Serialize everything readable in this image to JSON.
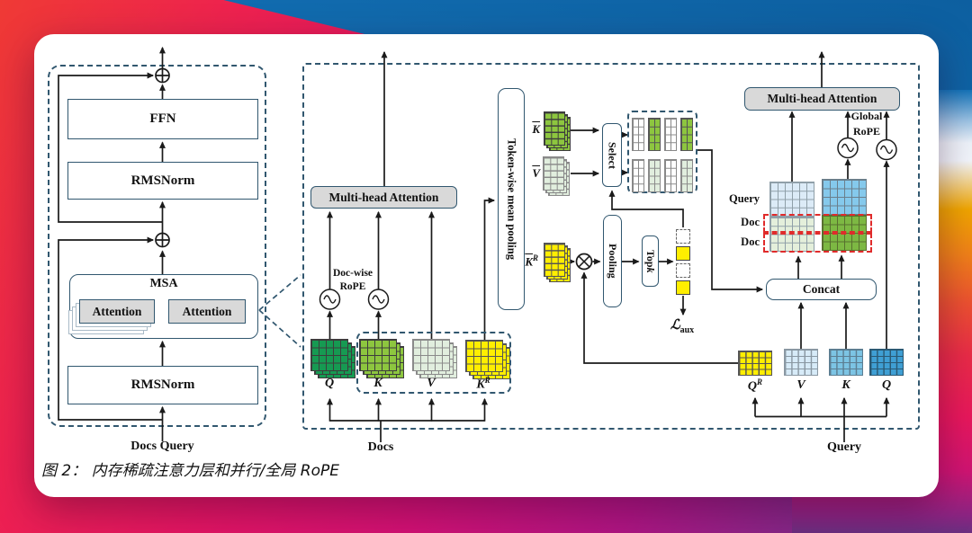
{
  "colors": {
    "dash_border": "#31576f",
    "line": "#1a1a1a",
    "gray_box": "#d9d9d9",
    "green_dark": "#169a52",
    "green_mid": "#8dc63f",
    "green_pale": "#e1eede",
    "yellow": "#ffee00",
    "blue_pale": "#d7ebf8",
    "blue_mid": "#7cc4e4",
    "blue_strong": "#3f9fd4",
    "comp_blue_pale": "#dcebf7",
    "comp_green_pale": "#e4efdb",
    "comp_blue": "#85c9ec",
    "comp_green": "#7db843",
    "red_dash": "#e02b2b"
  },
  "caption": "图 2： 内存稀疏注意力层和并行/全局 RoPE",
  "left_panel": {
    "ffn": "FFN",
    "rmsnorm_top": "RMSNorm",
    "msa": "MSA",
    "attention_left": "Attention",
    "attention_right": "Attention",
    "rmsnorm_bottom": "RMSNorm",
    "input_label": "Docs Query"
  },
  "middle": {
    "mha": "Multi-head Attention",
    "rope_label_line1": "Doc-wise",
    "rope_label_line2": "RoPE",
    "token_pooling": "Token-wise mean pooling",
    "select": "Select",
    "pooling": "Pooling",
    "topk_base": "Top",
    "topk_k": "k",
    "laux_symbol": "ℒ",
    "laux_sub": "aux",
    "kbar_base": "K",
    "vbar_base": "V",
    "kbarR_base": "K",
    "kbarR_sup": "R",
    "q": "Q",
    "k": "K",
    "v": "V",
    "kr_base": "K",
    "kr_sup": "R",
    "input_label": "Docs"
  },
  "right": {
    "mha": "Multi-head Attention",
    "rope_label_line1": "Global",
    "rope_label_line2": "RoPE",
    "row_labels": [
      "Query",
      "Doc",
      "Doc"
    ],
    "concat": "Concat",
    "qr_base": "Q",
    "qr_sup": "R",
    "v": "V",
    "k": "K",
    "q": "Q",
    "input_label": "Query"
  }
}
